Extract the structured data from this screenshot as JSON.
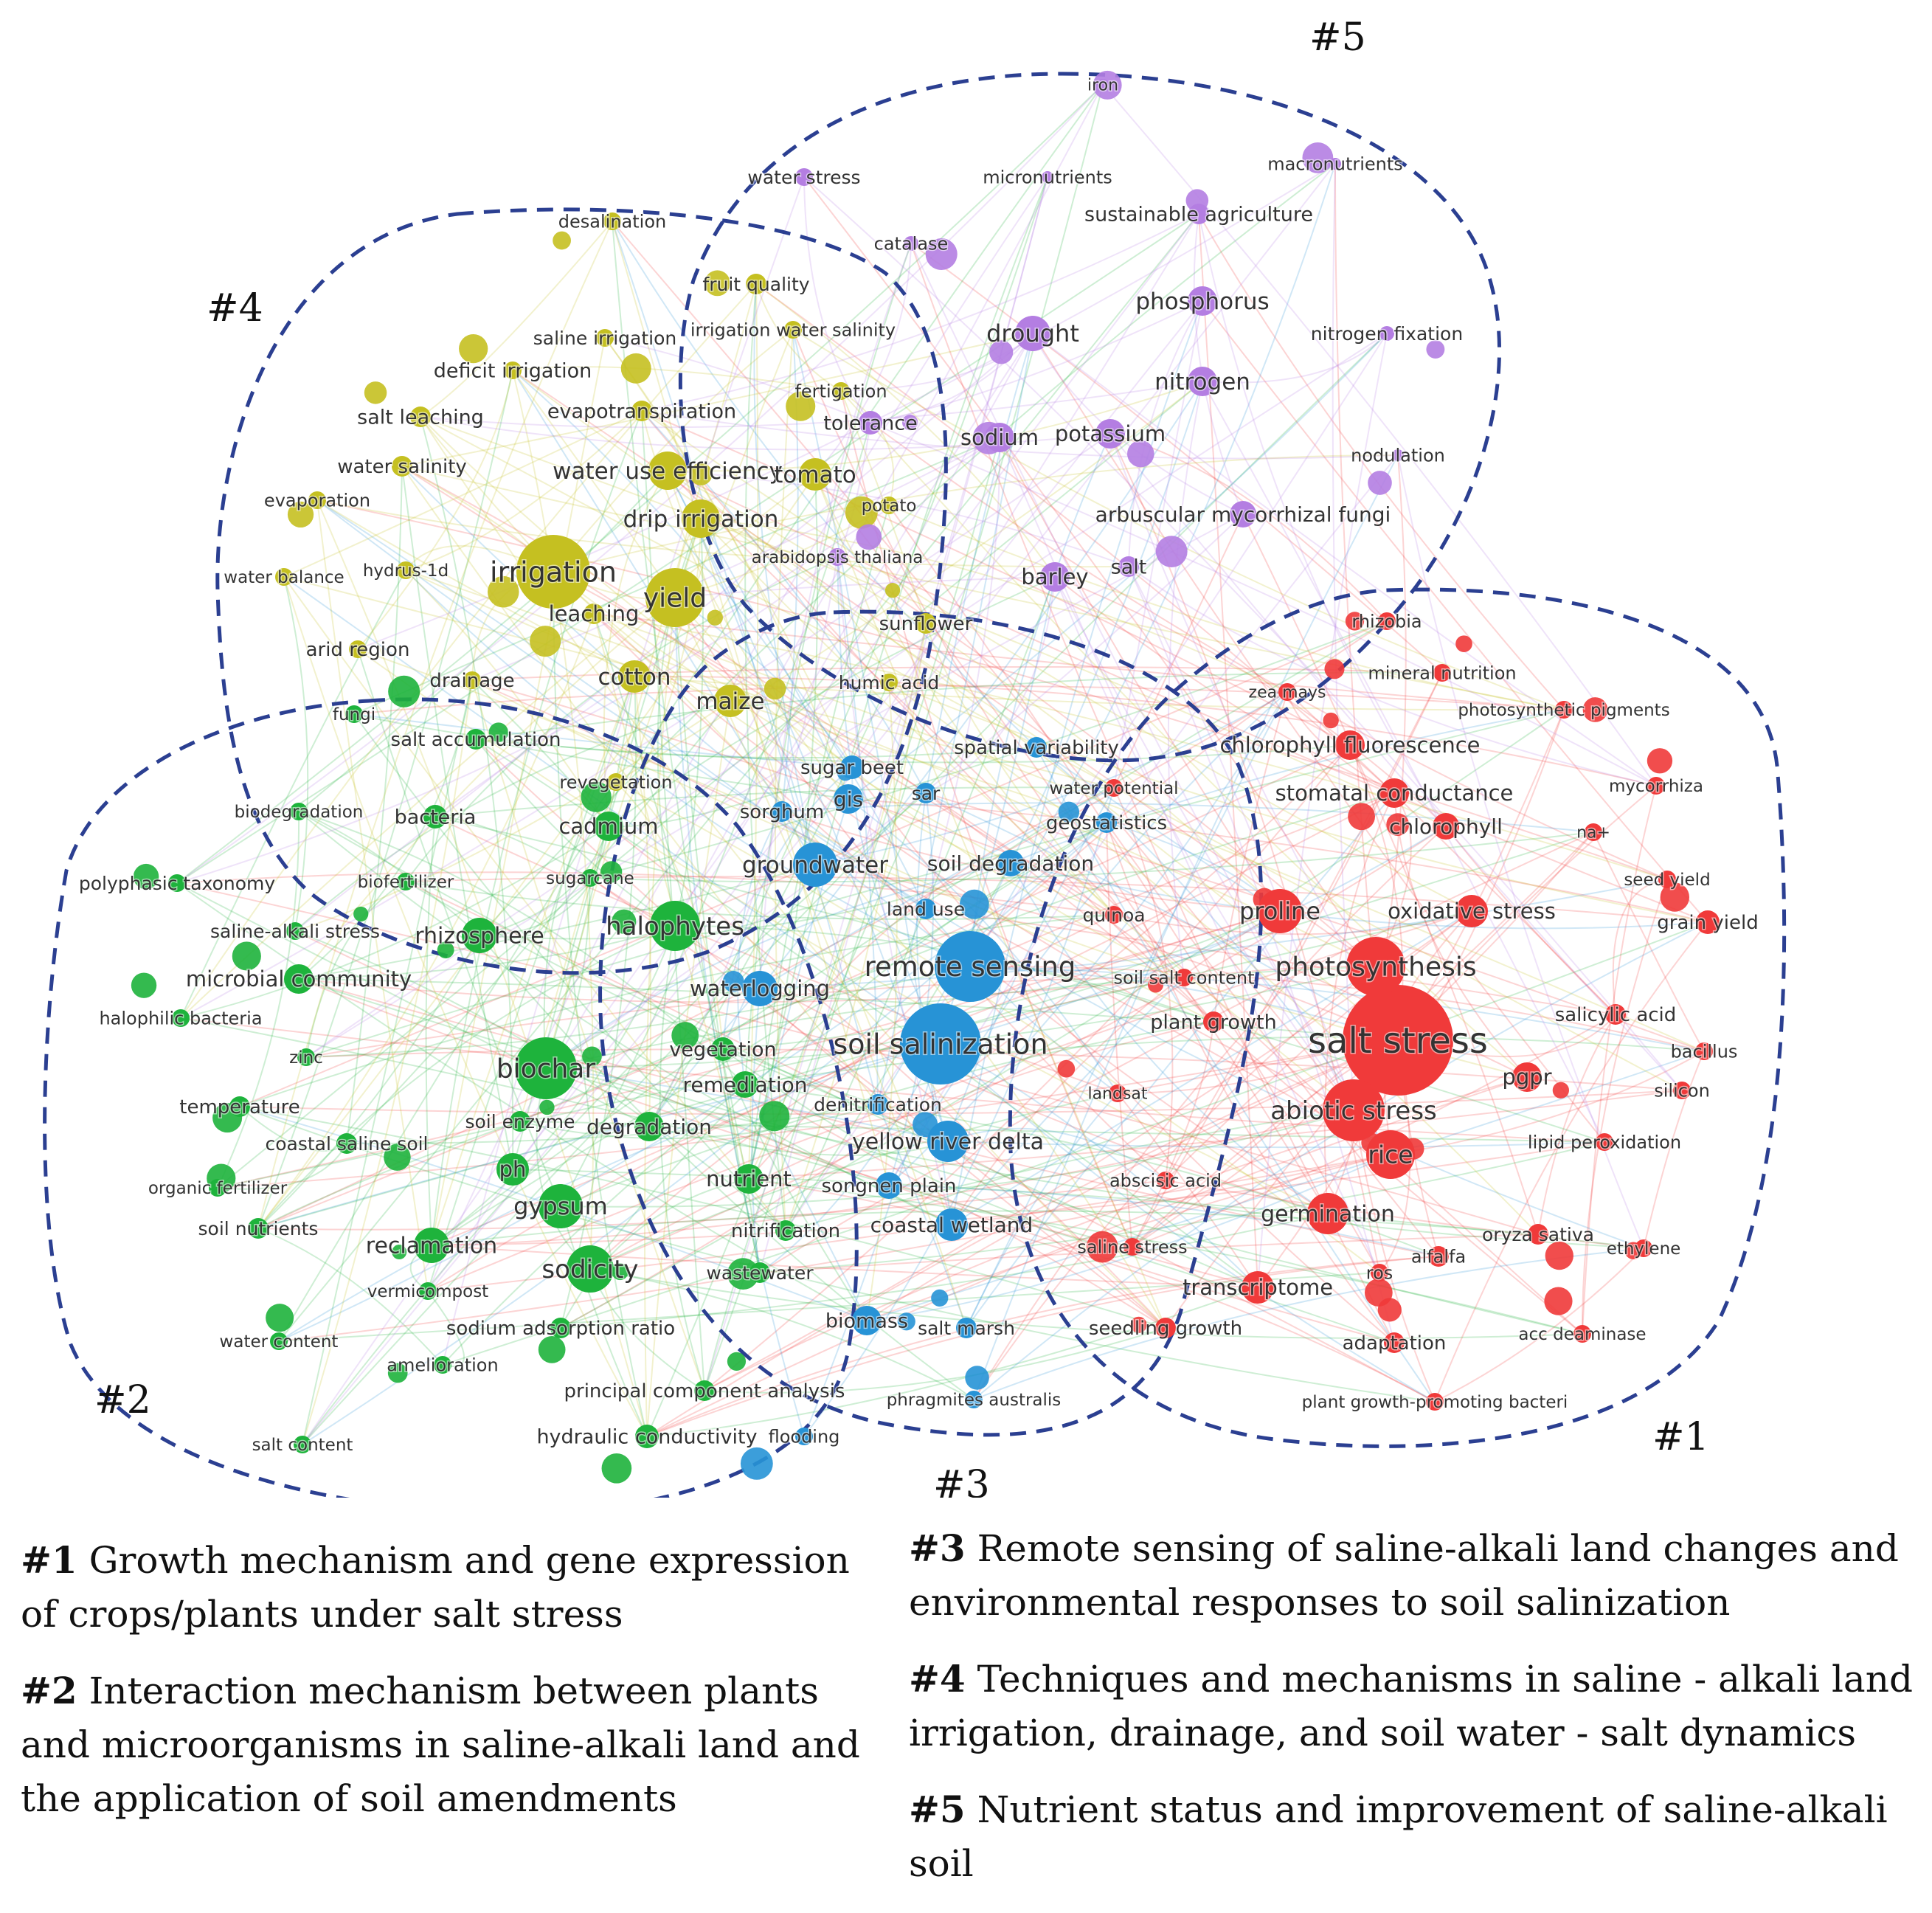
{
  "colors": {
    "cluster1": "#f03a3a",
    "cluster2": "#1eb33c",
    "cluster3": "#2793d6",
    "cluster4": "#c5c021",
    "cluster5": "#b47ee2",
    "boundary": "#2b3f91"
  },
  "cluster_tags": [
    "#1",
    "#2",
    "#3",
    "#4",
    "#5"
  ],
  "legend": [
    {
      "id": "#1",
      "text": "Growth mechanism and gene expression of crops/plants under salt stress"
    },
    {
      "id": "#2",
      "text": "Interaction mechanism between plants and microorganisms in saline-alkali  land and the application of soil amendments"
    },
    {
      "id": "#3",
      "text": "Remote sensing of saline-alkali  land changes and environmental responses to soil salinization"
    },
    {
      "id": "#4",
      "text": "Techniques and mechanisms in saline - alkali  land irrigation,  drainage, and soil water - salt dynamics"
    },
    {
      "id": "#5",
      "text": "Nutrient status and improvement of saline-alkali  soil"
    }
  ],
  "keywords": {
    "cluster1": [
      "salt stress",
      "photosynthesis",
      "proline",
      "oxidative stress",
      "abiotic stress",
      "rice",
      "pgpr",
      "salicylic acid",
      "germination",
      "transcriptome",
      "chlorophyll fluorescence",
      "stomatal conductance",
      "chlorophyll",
      "rhizobia",
      "mineral nutrition",
      "zea mays",
      "photosynthetic pigments",
      "mycorrhiza",
      "na+",
      "seed yield",
      "grain yield",
      "bacillus",
      "silicon",
      "lipid peroxidation",
      "oryza sativa",
      "ethylene",
      "alfalfa",
      "ros",
      "adaptation",
      "acc deaminase",
      "plant growth-promoting bacteri",
      "seedling growth",
      "saline stress",
      "abscisic acid",
      "landsat",
      "plant growth",
      "soil salt content",
      "quinoa",
      "water potential"
    ],
    "cluster2": [
      "biochar",
      "halophytes",
      "rhizosphere",
      "microbial community",
      "cadmium",
      "bacteria",
      "salt accumulation",
      "fungi",
      "biodegradation",
      "polyphasic taxonomy",
      "biofertilizer",
      "sugarcane",
      "saline-alkali stress",
      "halophilic bacteria",
      "zinc",
      "temperature",
      "soil enzyme",
      "coastal saline soil",
      "organic fertilizer",
      "soil nutrients",
      "ph",
      "gypsum",
      "reclamation",
      "sodicity",
      "vermicompost",
      "sodium adsorption ratio",
      "water content",
      "amelioration",
      "salt content",
      "hydraulic conductivity",
      "principal component analysis",
      "degradation",
      "vegetation",
      "remediation",
      "nutrient",
      "nitrification",
      "wastewater"
    ],
    "cluster3": [
      "soil salinization",
      "remote sensing",
      "groundwater",
      "waterlogging",
      "yellow river delta",
      "soil degradation",
      "gis",
      "sugar beet",
      "sorghum",
      "sar",
      "geostatistics",
      "land use",
      "spatial variability",
      "denitrification",
      "songnen plain",
      "coastal wetland",
      "biomass",
      "salt marsh",
      "phragmites australis",
      "flooding"
    ],
    "cluster4": [
      "irrigation",
      "yield",
      "drip irrigation",
      "water use efficiency",
      "tomato",
      "cotton",
      "maize",
      "leaching",
      "desalination",
      "fruit quality",
      "saline irrigation",
      "irrigation water salinity",
      "deficit irrigation",
      "salt leaching",
      "evapotranspiration",
      "water salinity",
      "evaporation",
      "water balance",
      "hydrus-1d",
      "arid region",
      "drainage",
      "revegetation",
      "potato",
      "sunflower",
      "humic acid",
      "fertigation"
    ],
    "cluster5": [
      "iron",
      "water stress",
      "micronutrients",
      "macronutrients",
      "sustainable agriculture",
      "catalase",
      "phosphorus",
      "drought",
      "nitrogen",
      "nitrogen fixation",
      "tolerance",
      "sodium",
      "potassium",
      "nodulation",
      "arbuscular mycorrhizal fungi",
      "arabidopsis thaliana",
      "barley",
      "salt"
    ]
  }
}
